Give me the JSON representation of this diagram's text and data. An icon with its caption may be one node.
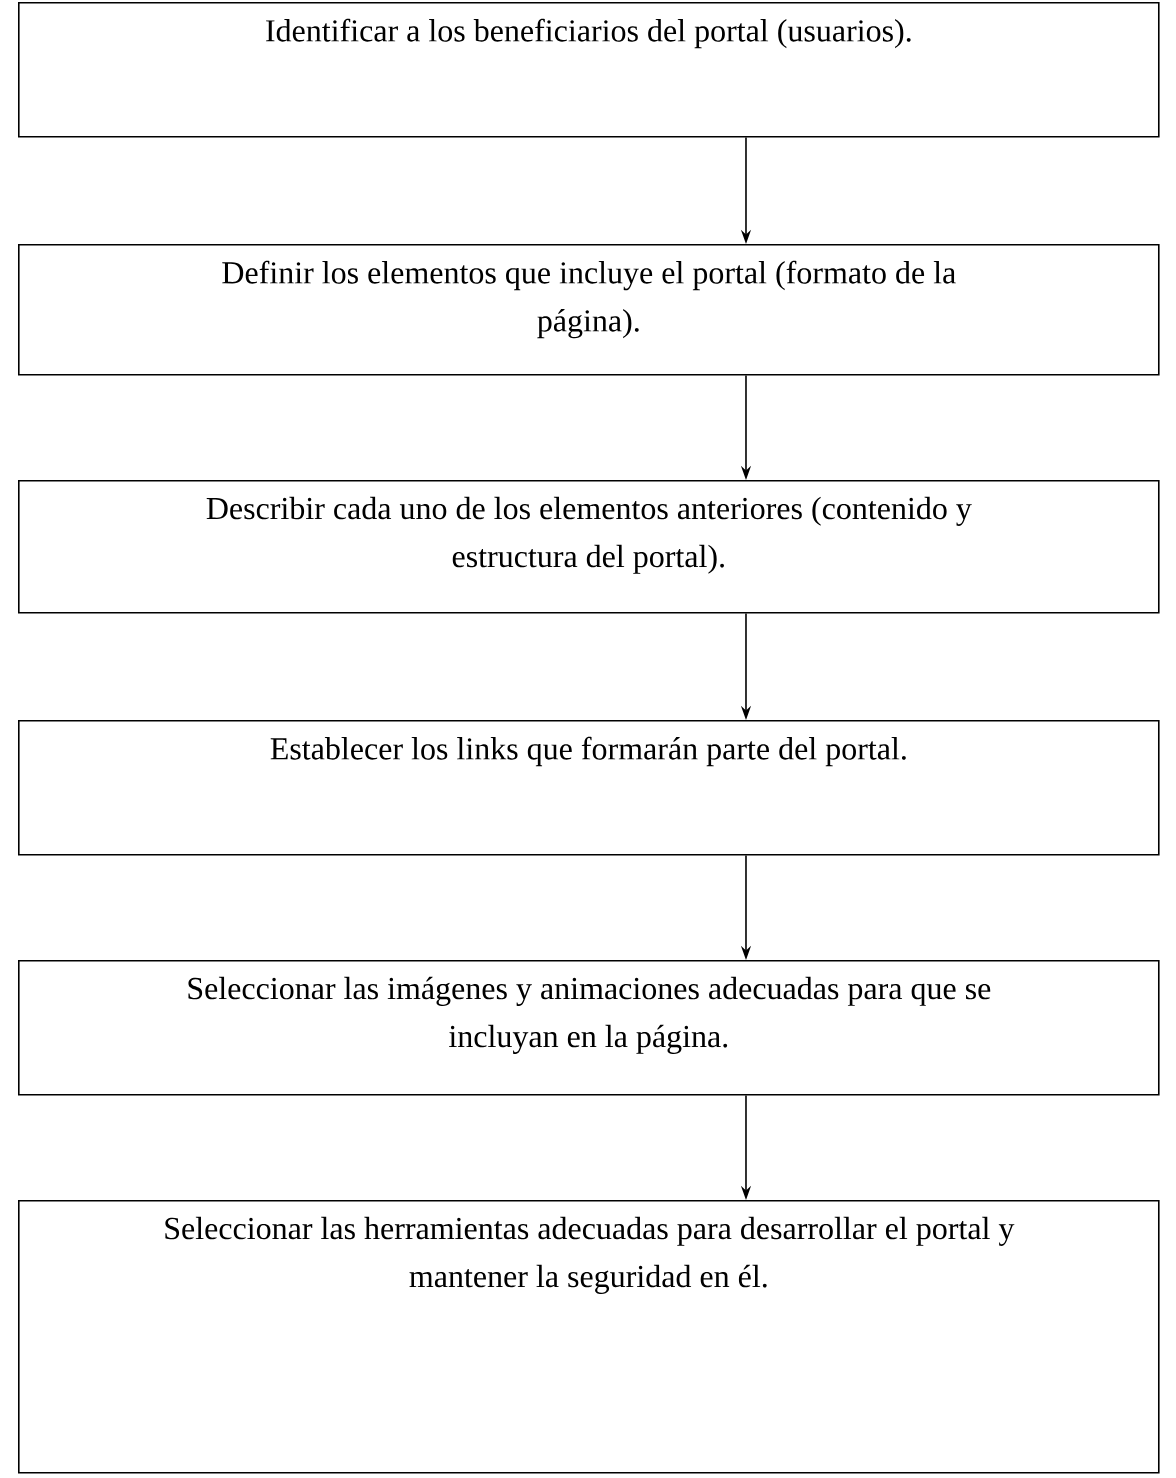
{
  "diagram": {
    "nodes": [
      {
        "text": [
          "Identificar a los beneficiarios del portal (usuarios)."
        ]
      },
      {
        "text": [
          "Definir los elementos que incluye el portal (formato de la página)."
        ]
      },
      {
        "text": [
          "Describir cada uno de los elementos anteriores (contenido y estructura del portal)."
        ]
      },
      {
        "text": [
          "Establecer los links que formarán parte del portal."
        ]
      },
      {
        "text": [
          "Seleccionar las imágenes y animaciones adecuadas para que se incluyan en la página."
        ]
      },
      {
        "text": [
          "Seleccionar las herramientas adecuadas para desarrollar el portal y mantener la seguridad en él."
        ]
      }
    ],
    "edges": [
      {
        "from": 0,
        "to": 1,
        "arrow": "to"
      },
      {
        "from": 1,
        "to": 2,
        "arrow": "to"
      },
      {
        "from": 2,
        "to": 3,
        "arrow": "to"
      },
      {
        "from": 3,
        "to": 4,
        "arrow": "to"
      },
      {
        "from": 4,
        "to": 5,
        "arrow": "to"
      }
    ]
  }
}
